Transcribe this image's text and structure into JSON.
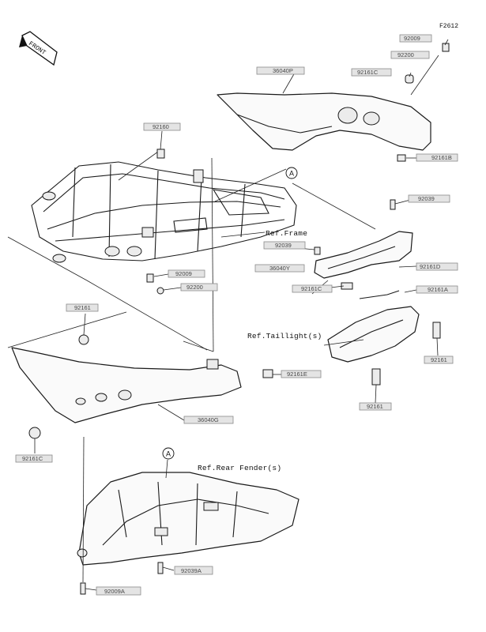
{
  "diagram_code": "F2612",
  "front_tag": "FRONT",
  "callouts": {
    "p92009_top": "92009",
    "p92200_top": "92200",
    "p92161C_top": "92161C",
    "p36040P": "36040P",
    "p92160": "92160",
    "p92161B": "92161B",
    "p92039_right": "92039",
    "p92039_mid": "92039",
    "p36040Y": "36040Y",
    "p92161D": "92161D",
    "p92161C_mid": "92161C",
    "p92161A": "92161A",
    "p92009_left": "92009",
    "p92200_left": "92200",
    "p92161_left": "92161",
    "p92161_right_a": "92161",
    "p92161_right_b": "92161",
    "p92161E": "92161E",
    "p36040G": "36040G",
    "p92161C_bottom": "92161C",
    "p92039A": "92039A",
    "p92009A": "92009A"
  },
  "refs": {
    "frame": "Ref.Frame",
    "taillight": "Ref.Taillight(s)",
    "rear_fender": "Ref.Rear Fender(s)"
  },
  "markers": {
    "a_upper": "A",
    "a_lower": "A"
  }
}
